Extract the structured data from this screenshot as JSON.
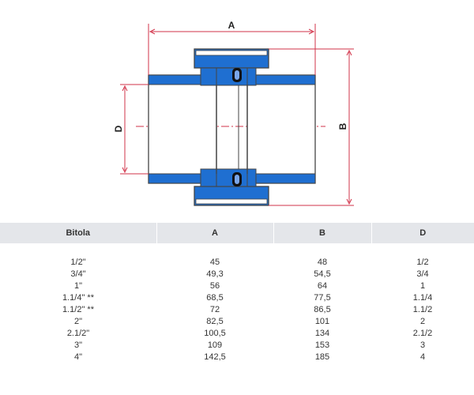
{
  "diagram": {
    "labels": {
      "a": "A",
      "b": "B",
      "d": "D"
    },
    "colors": {
      "body": "#ffffff",
      "blue": "#1f6fd1",
      "outline": "#444444",
      "dimension": "#d2334a",
      "oring": "#111111"
    }
  },
  "table": {
    "headers": [
      "Bitola",
      "A",
      "B",
      "D"
    ],
    "rows": [
      [
        "1/2\"",
        "45",
        "48",
        "1/2"
      ],
      [
        "3/4\"",
        "49,3",
        "54,5",
        "3/4"
      ],
      [
        "1\"",
        "56",
        "64",
        "1"
      ],
      [
        "1.1/4\" **",
        "68,5",
        "77,5",
        "1.1/4"
      ],
      [
        "1.1/2\" **",
        "72",
        "86,5",
        "1.1/2"
      ],
      [
        "2\"",
        "82,5",
        "101",
        "2"
      ],
      [
        "2.1/2\"",
        "100,5",
        "134",
        "2.1/2"
      ],
      [
        "3\"",
        "109",
        "153",
        "3"
      ],
      [
        "4\"",
        "142,5",
        "185",
        "4"
      ]
    ]
  }
}
